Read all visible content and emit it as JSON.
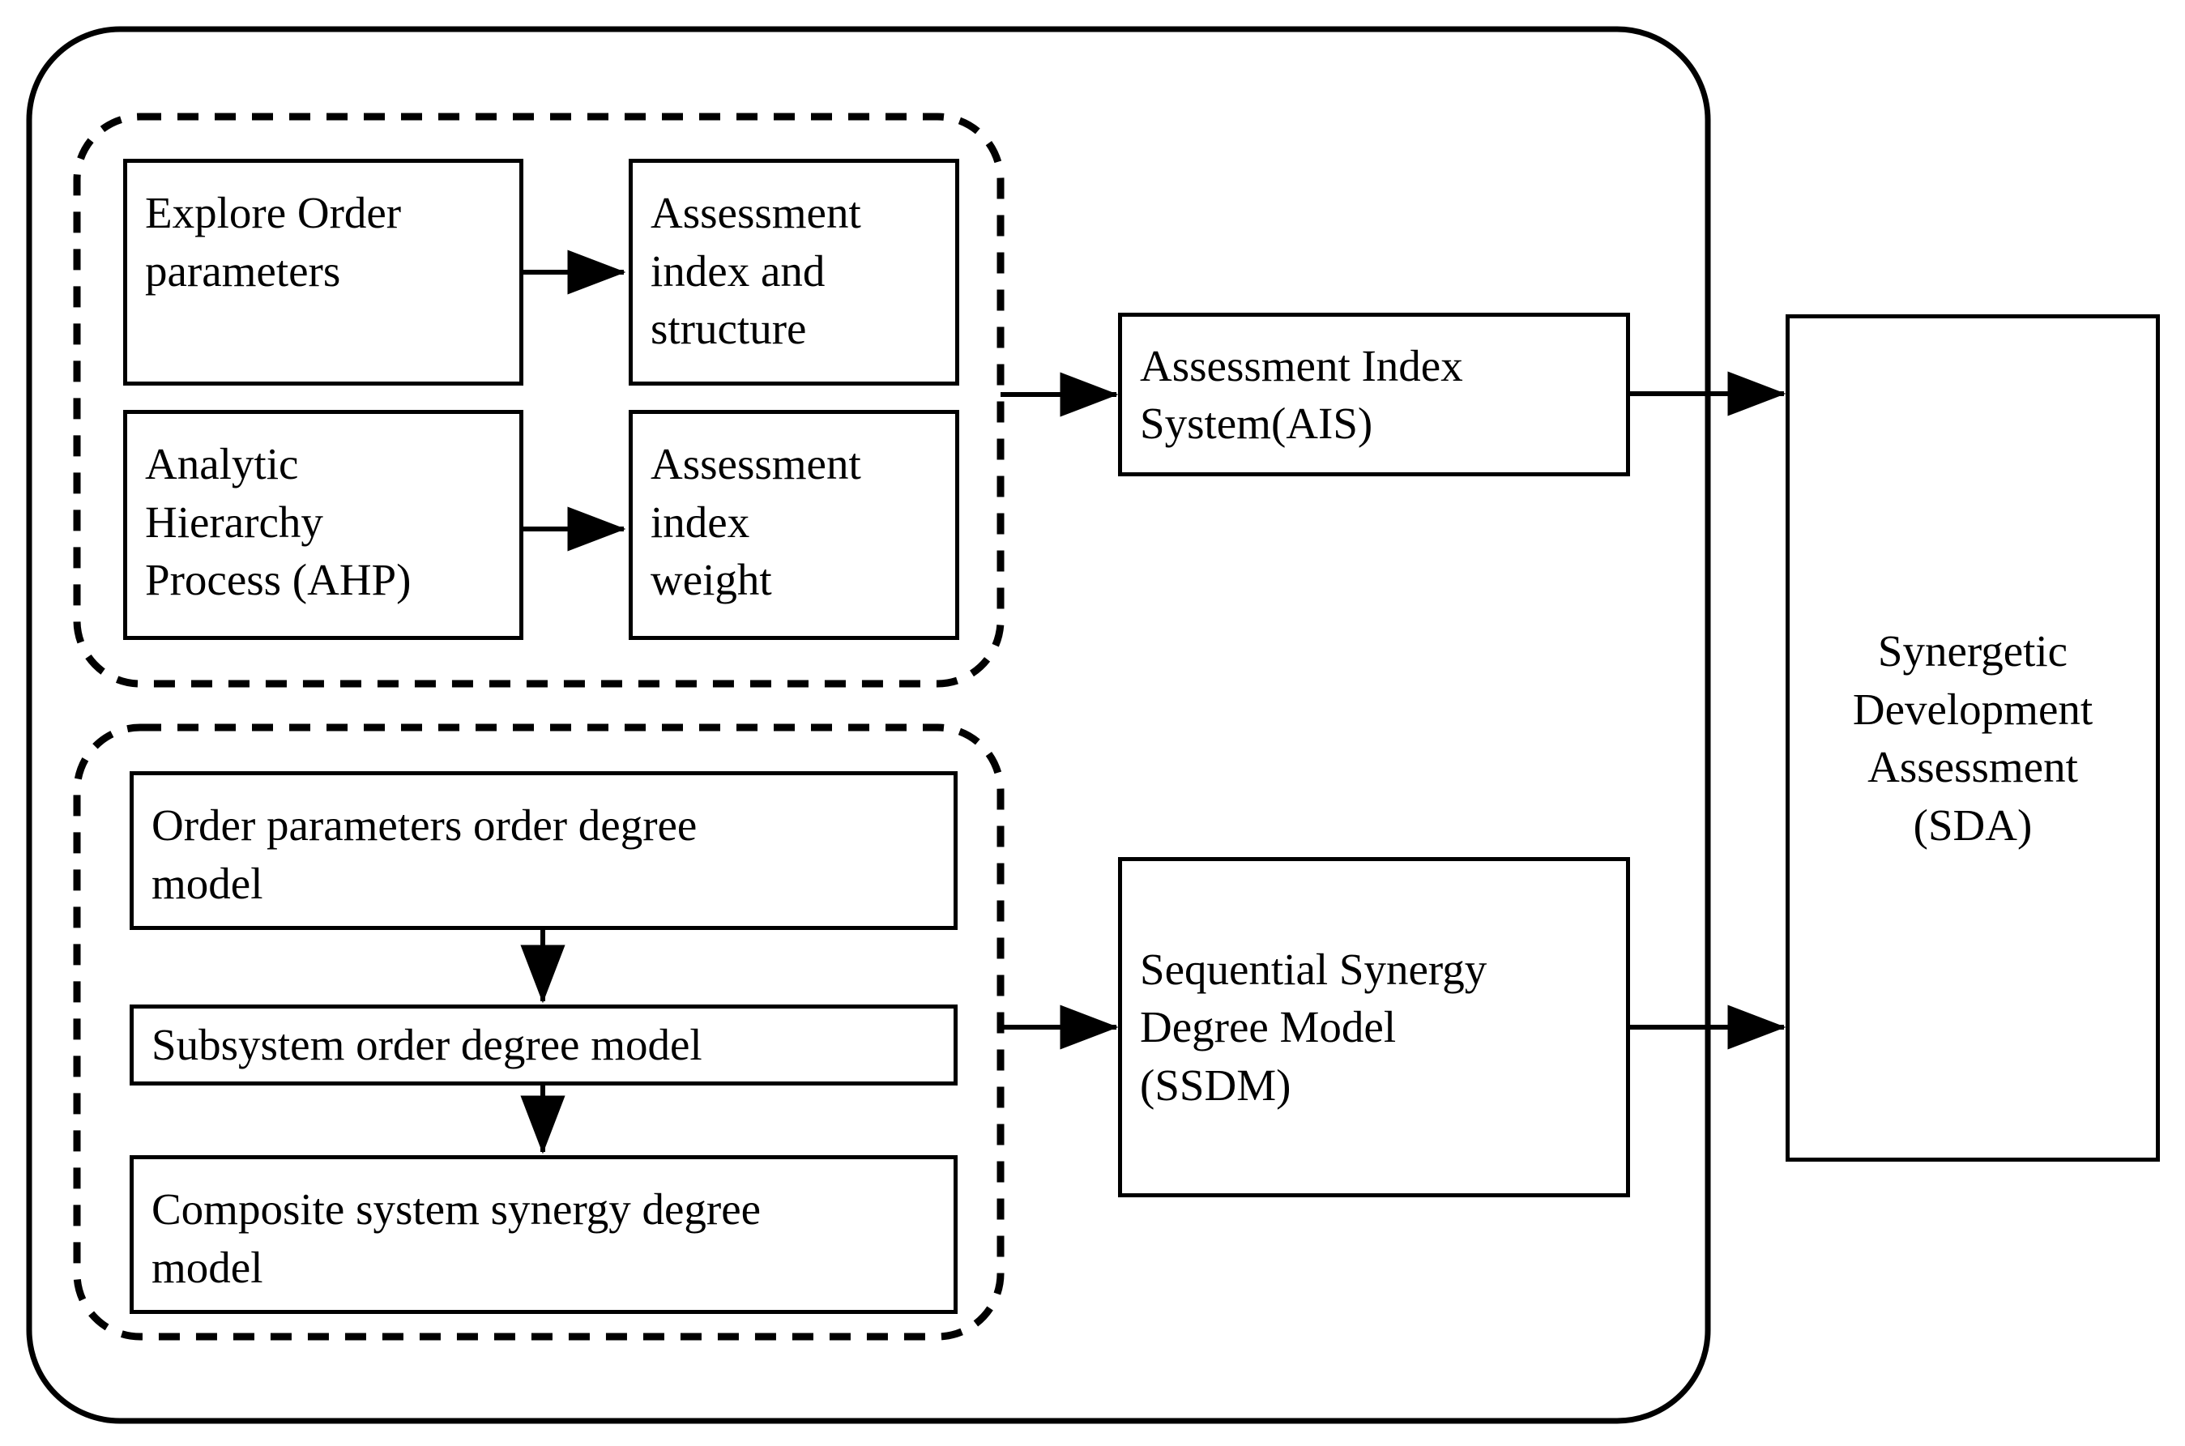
{
  "diagram": {
    "title": "Synergetic Development Assessment framework",
    "type": "flowchart",
    "stroke_color": "#000000",
    "background_color": "#ffffff",
    "outer_container": {
      "name": "overall-framework-boundary",
      "style": "solid rounded rectangle"
    },
    "groups": [
      {
        "id": "index-system-group",
        "style": "dashed rounded rectangle",
        "label": ""
      },
      {
        "id": "synergy-model-group",
        "style": "dashed rounded rectangle",
        "label": ""
      }
    ],
    "nodes": {
      "explore_order_parameters": "Explore Order\nparameters",
      "assessment_index_and_structure": "Assessment\nindex and\nstructure",
      "analytic_hierarchy_process": "Analytic\nHierarchy\nProcess (AHP)",
      "assessment_index_weight": "Assessment\nindex\nweight",
      "assessment_index_system": "Assessment Index\nSystem(AIS)",
      "order_parameters_order_degree_model": "Order parameters order degree\nmodel",
      "subsystem_order_degree_model": "Subsystem order degree model",
      "composite_system_synergy_degree_model": "Composite system synergy degree\nmodel",
      "sequential_synergy_degree_model": "Sequential Synergy\nDegree Model\n(SSDM)",
      "synergetic_development_assessment": "Synergetic\nDevelopment\nAssessment\n(SDA)"
    },
    "edges": [
      {
        "from": "explore_order_parameters",
        "to": "assessment_index_and_structure",
        "direction": "right"
      },
      {
        "from": "analytic_hierarchy_process",
        "to": "assessment_index_weight",
        "direction": "right"
      },
      {
        "from": "index-system-group",
        "to": "assessment_index_system",
        "direction": "right"
      },
      {
        "from": "assessment_index_system",
        "to": "synergetic_development_assessment",
        "direction": "right"
      },
      {
        "from": "order_parameters_order_degree_model",
        "to": "subsystem_order_degree_model",
        "direction": "down"
      },
      {
        "from": "subsystem_order_degree_model",
        "to": "composite_system_synergy_degree_model",
        "direction": "down"
      },
      {
        "from": "synergy-model-group",
        "to": "sequential_synergy_degree_model",
        "direction": "right"
      },
      {
        "from": "sequential_synergy_degree_model",
        "to": "synergetic_development_assessment",
        "direction": "right"
      }
    ]
  }
}
